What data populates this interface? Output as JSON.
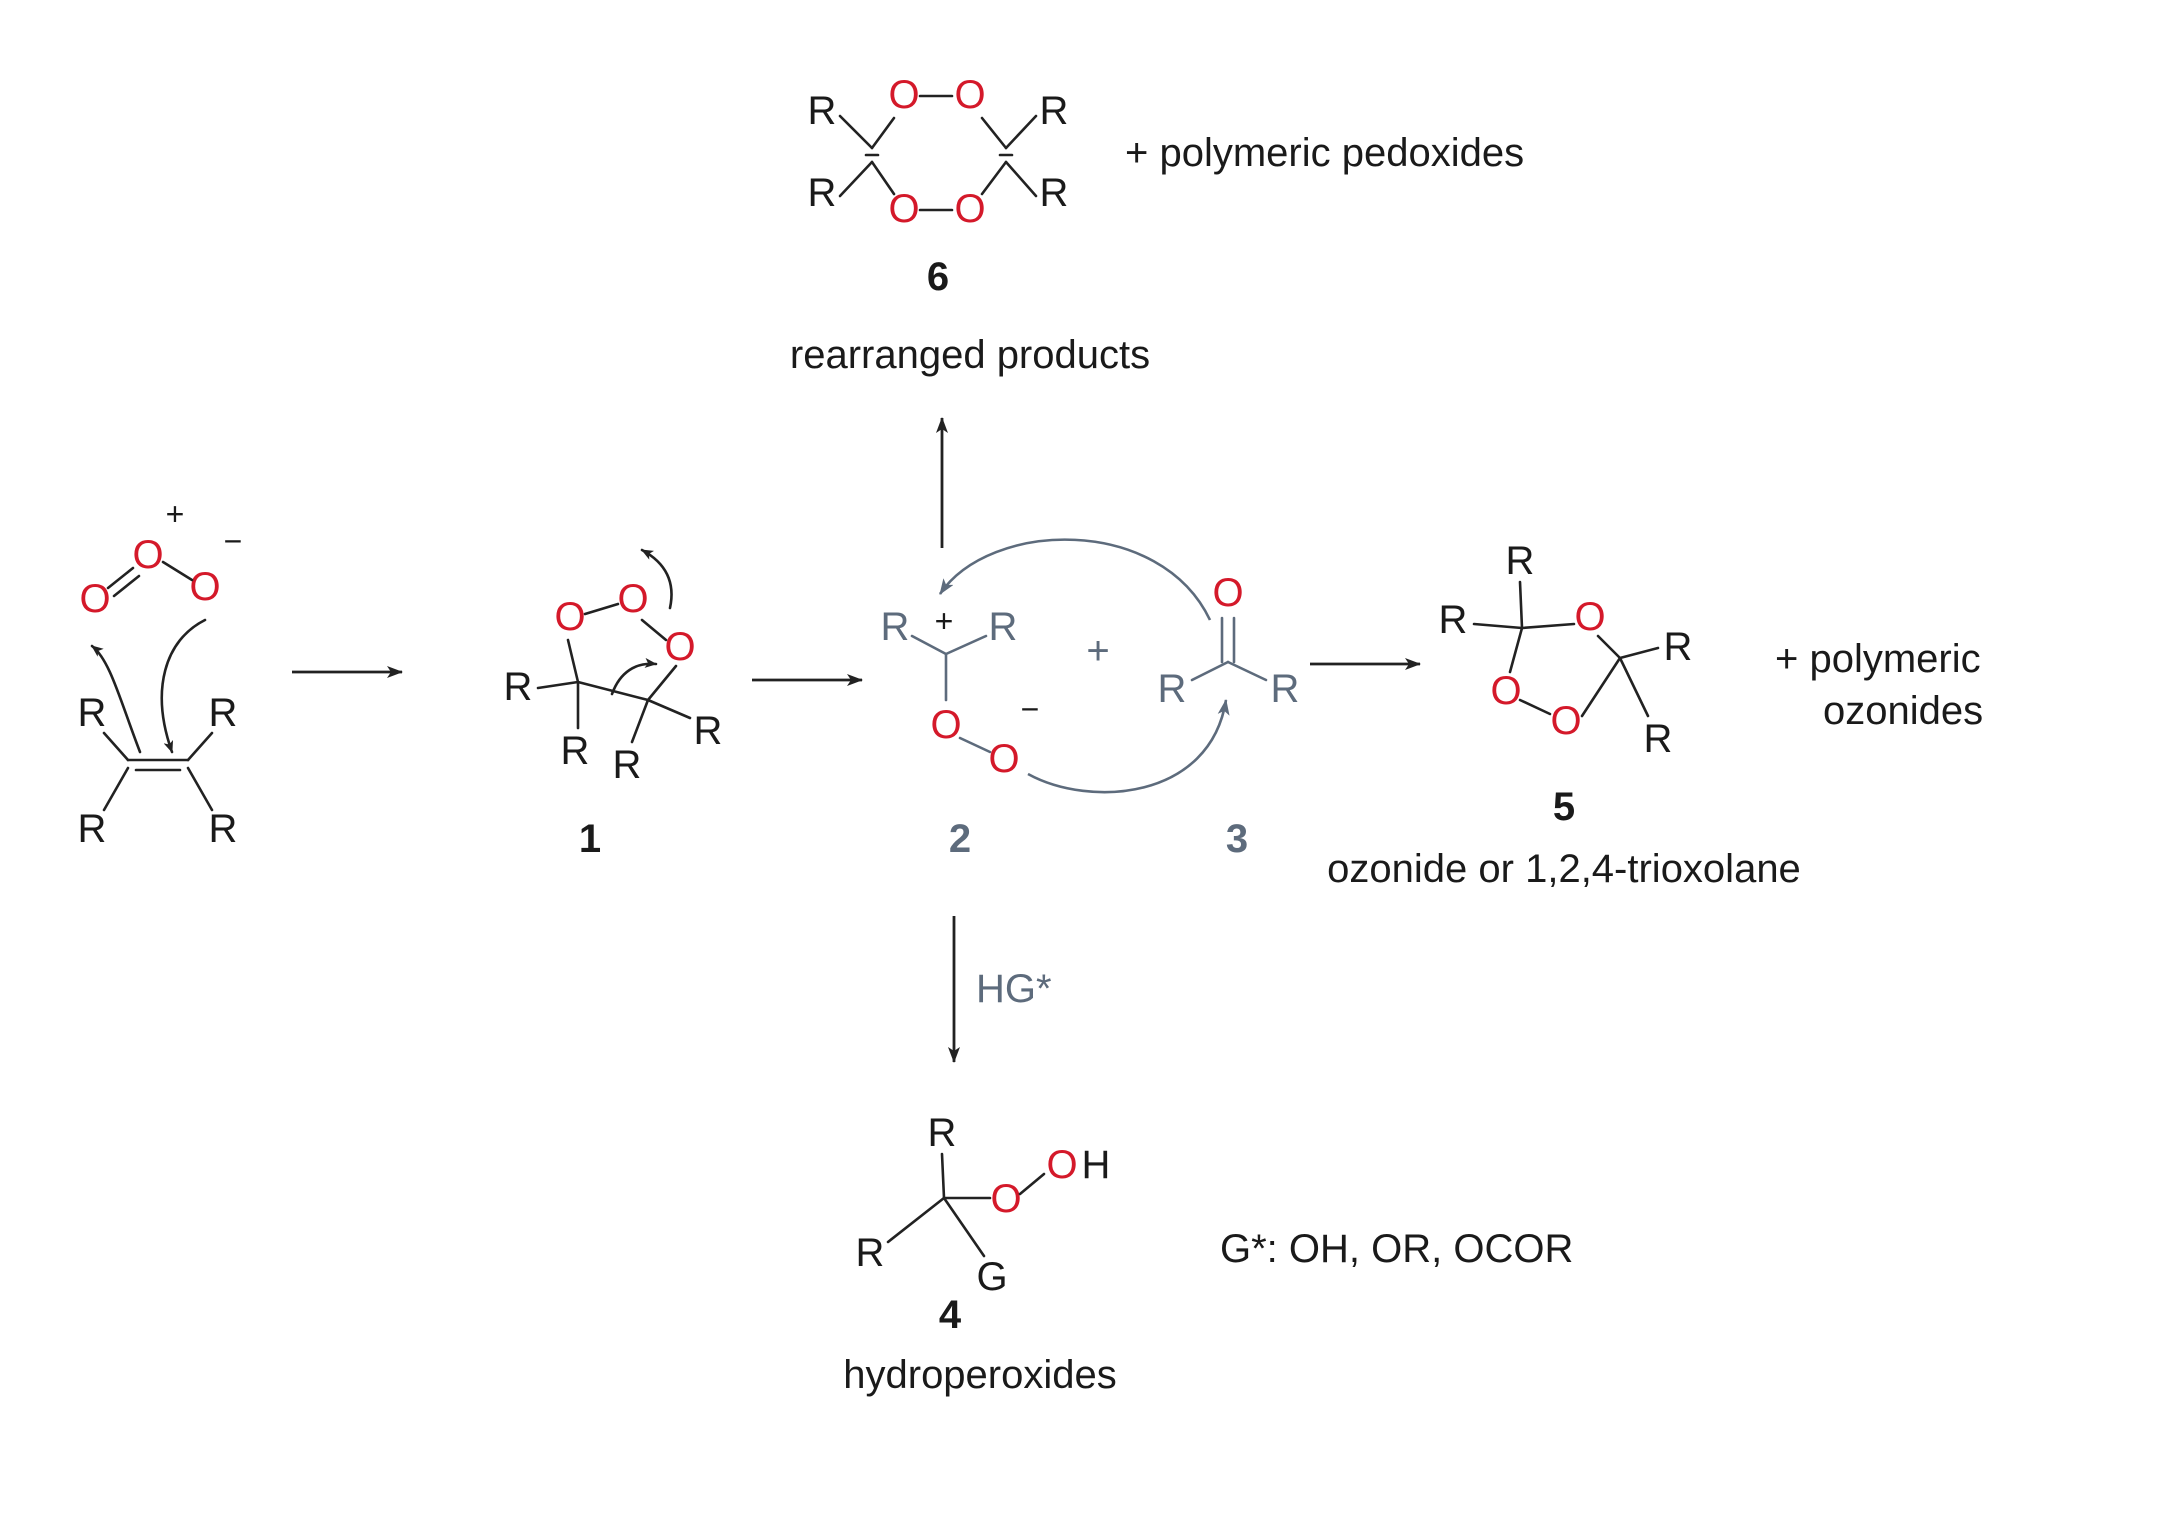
{
  "labels": {
    "compound_1": "1",
    "compound_2": "2",
    "compound_3": "3",
    "compound_4": "4",
    "compound_5": "5",
    "compound_6": "6",
    "product_6_extra": "+  polymeric pedoxides",
    "rearranged": "rearranged products",
    "product_5_extra_line1": "+  polymeric",
    "product_5_extra_line2": "ozonides",
    "product_5_name": "ozonide or 1,2,4-trioxolane",
    "reagent_hg": "HG*",
    "product_4_name": "hydroperoxides",
    "g_definition": "G*: OH, OR, OCOR",
    "plus_between_2_3": "+"
  },
  "atoms": {
    "R": "R",
    "O": "O",
    "H": "H",
    "G": "G",
    "plus": "+",
    "minus": "−"
  },
  "colors": {
    "oxygen": "#d4192a",
    "text": "#1a1a1a",
    "intermediate": "#5d6b7c"
  }
}
